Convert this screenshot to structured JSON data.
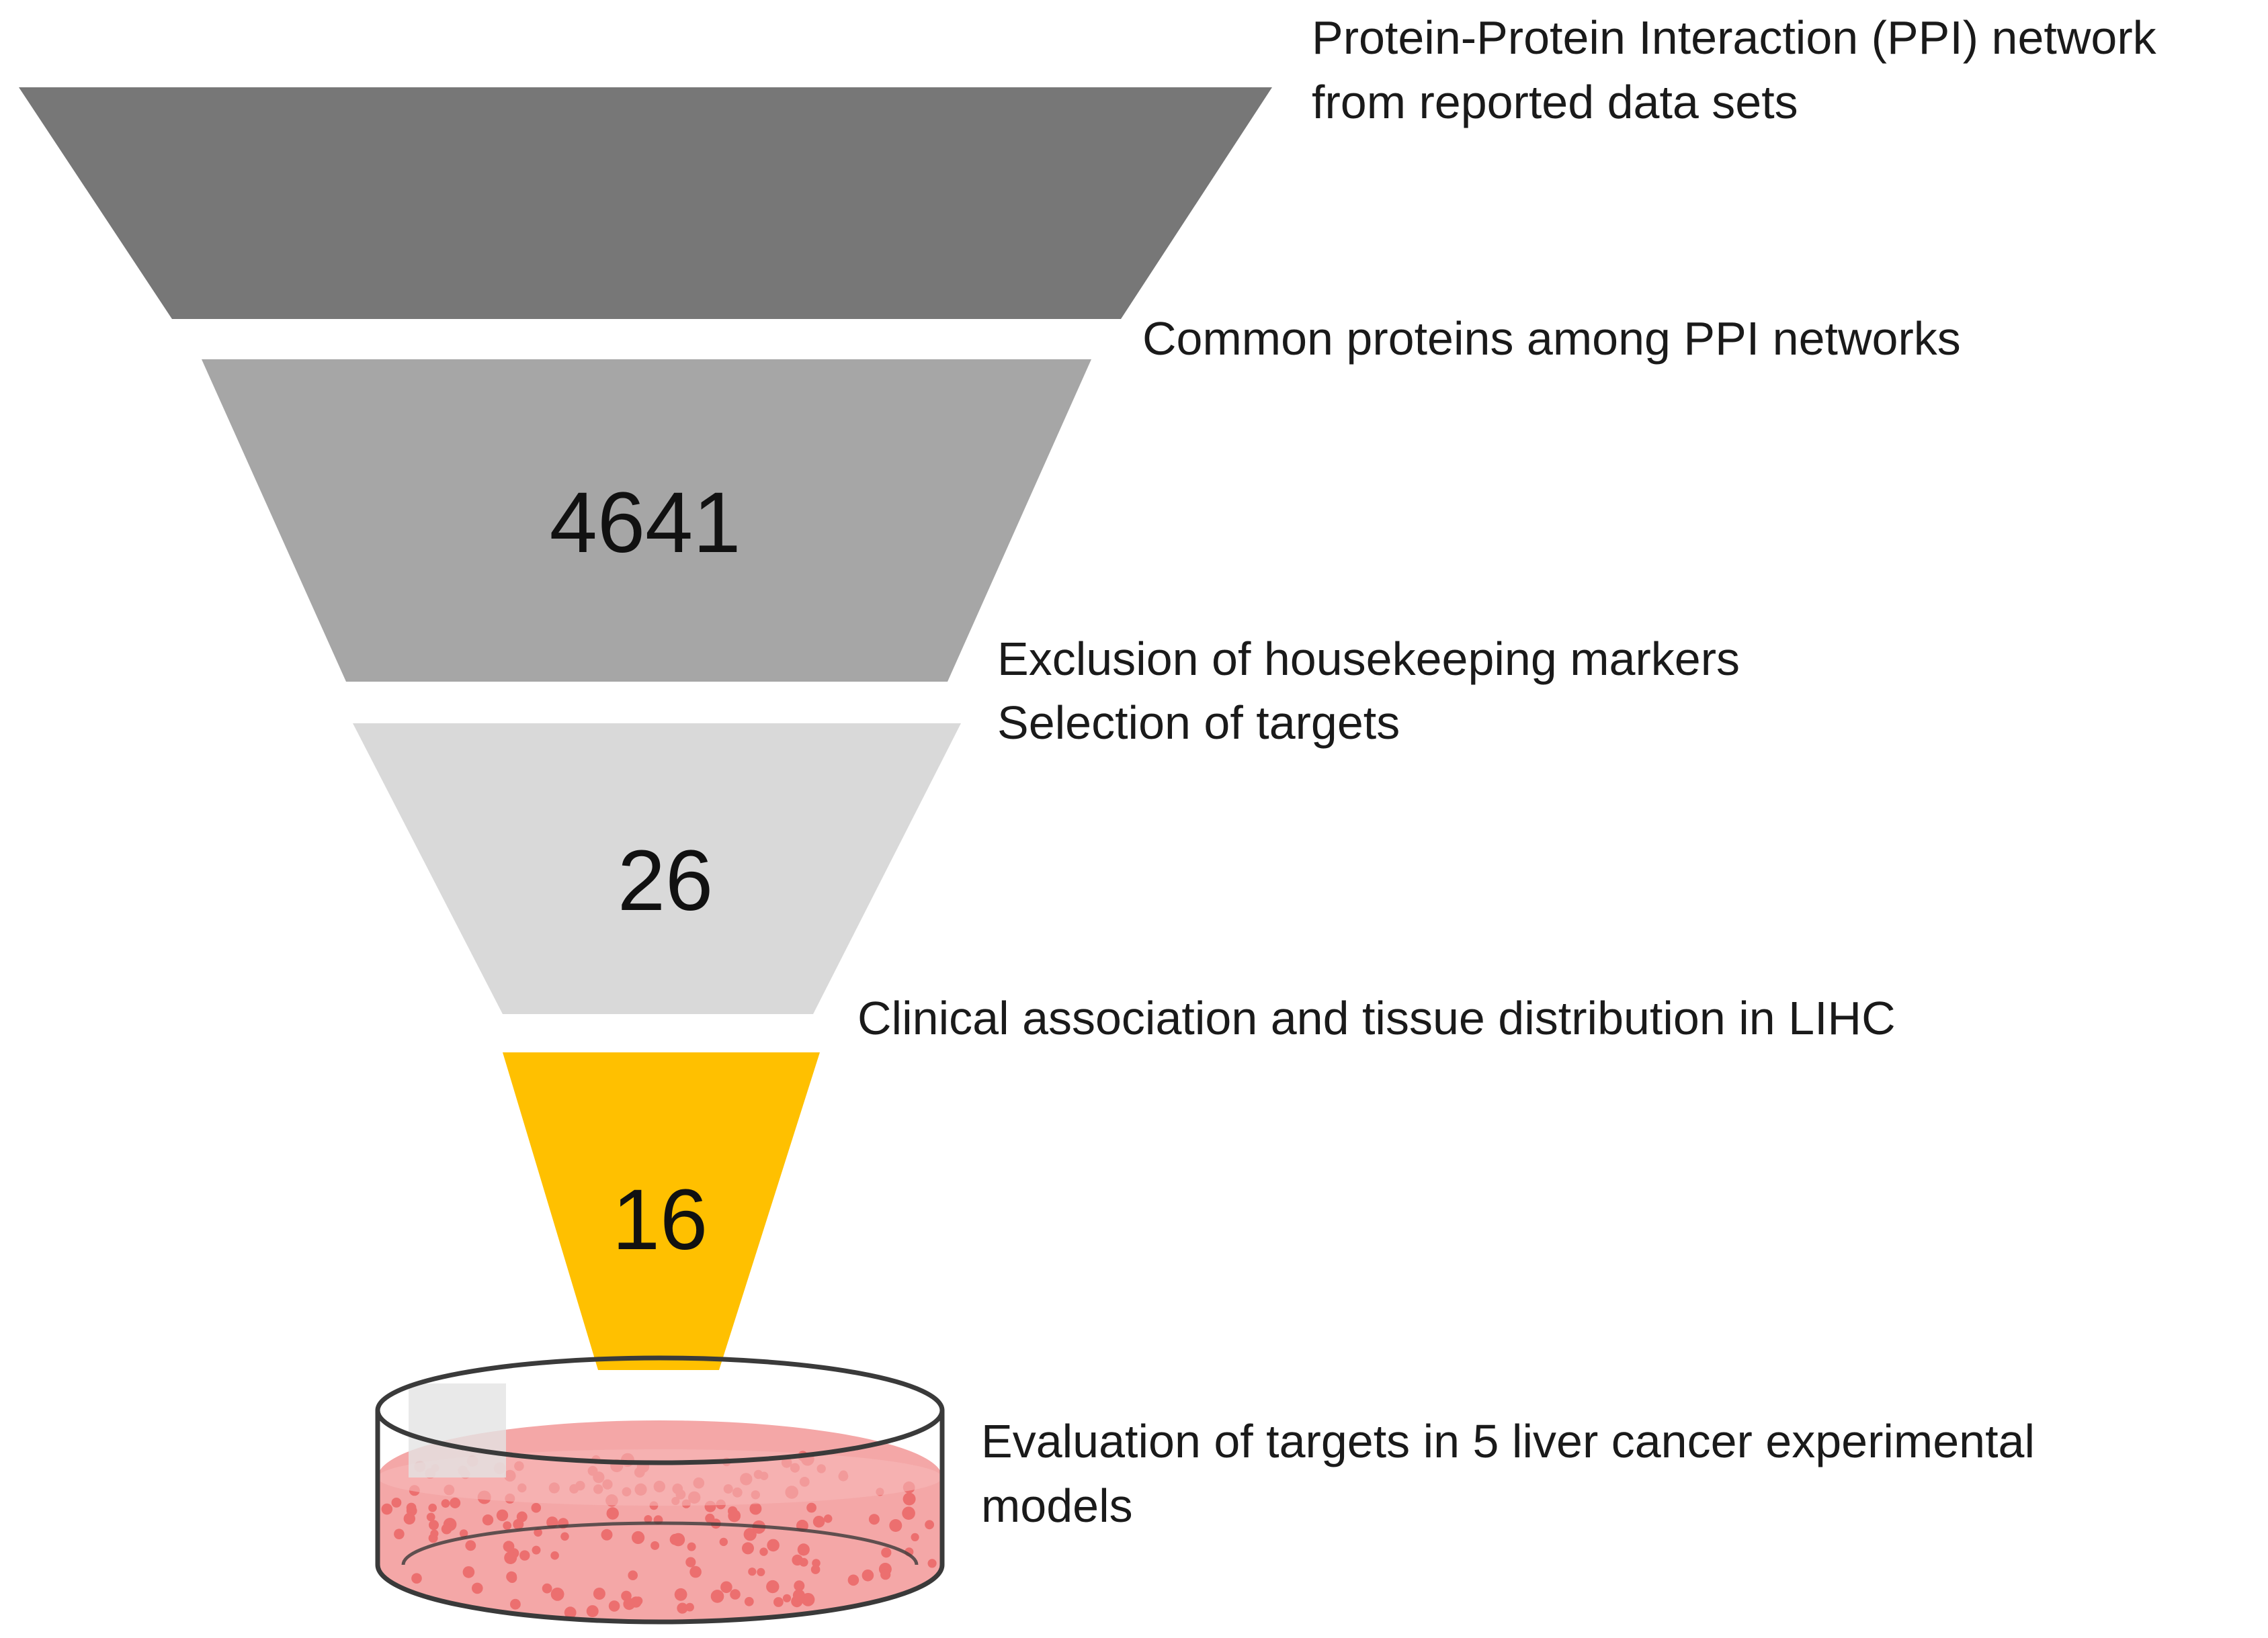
{
  "colors": {
    "stage_1": "#777777",
    "stage_2": "#a6a6a6",
    "stage_3": "#d9d9d9",
    "stage_4": "#ffc000",
    "dish_rim": "#3a3a3a",
    "medium": "#f4a7a7",
    "cells": "#ec6f6f"
  },
  "stages": [
    {
      "count": "",
      "label_lines": [
        "Protein-Protein Interaction (PPI) network",
        "from reported data sets"
      ]
    },
    {
      "count": "4641",
      "label_lines": [
        "Common proteins among PPI networks"
      ]
    },
    {
      "count": "26",
      "label_lines": [
        "Exclusion of housekeeping markers",
        "Selection of targets"
      ]
    },
    {
      "count": "16",
      "label_lines": [
        "Clinical association and tissue distribution in LIHC"
      ]
    }
  ],
  "final_step": {
    "icon": "petri-dish-icon",
    "label_lines": [
      "Evaluation of targets in 5 liver cancer experimental",
      "models"
    ]
  }
}
